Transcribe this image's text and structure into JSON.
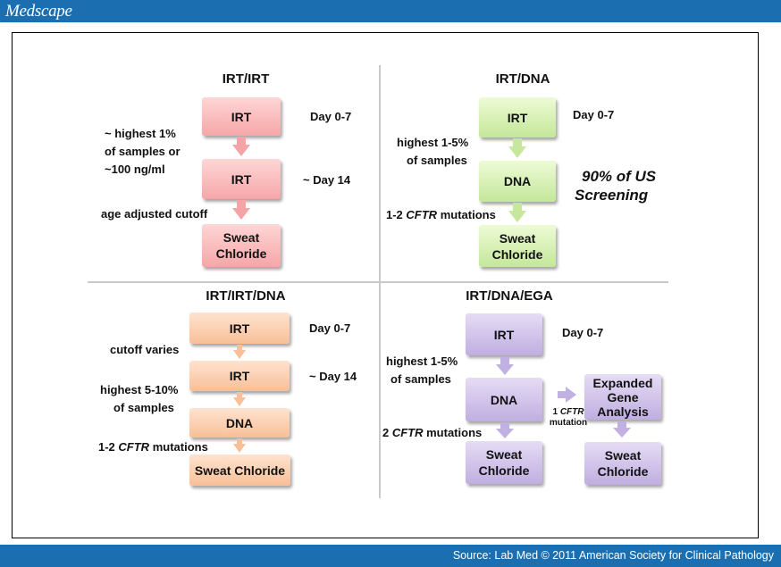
{
  "header": {
    "logo": "Medscape"
  },
  "footer": {
    "source": "Source: Lab Med © 2011 American Society for Clinical Pathology"
  },
  "q1": {
    "title": "IRT/IRT",
    "box1": "IRT",
    "box2": "IRT",
    "box3_line1": "Sweat",
    "box3_line2": "Chloride",
    "label_a_1": "~ highest 1%",
    "label_a_2": "of samples or",
    "label_a_3": "~100 ng/ml",
    "label_b": "age adjusted cutoff",
    "day1": "Day 0-7",
    "day2": "~ Day 14"
  },
  "q2": {
    "title": "IRT/DNA",
    "box1": "IRT",
    "box2": "DNA",
    "box3_line1": "Sweat",
    "box3_line2": "Chloride",
    "label_a_1": "highest 1-5%",
    "label_a_2": "of samples",
    "label_b_pre": "1-2 ",
    "label_b_gene": "CFTR",
    "label_b_post": " mutations",
    "day1": "Day 0-7",
    "note_1": "90% of US",
    "note_2": "Screening"
  },
  "q3": {
    "title": "IRT/IRT/DNA",
    "box1": "IRT",
    "box2": "IRT",
    "box3": "DNA",
    "box4": "Sweat Chloride",
    "label_a": "cutoff varies",
    "label_b_1": "highest 5-10%",
    "label_b_2": "of samples",
    "label_c_pre": "1-2 ",
    "label_c_gene": "CFTR",
    "label_c_post": " mutations",
    "day1": "Day 0-7",
    "day2": "~ Day 14"
  },
  "q4": {
    "title": "IRT/DNA/EGA",
    "box1": "IRT",
    "box2": "DNA",
    "box3_line1": "Sweat",
    "box3_line2": "Chloride",
    "box4_line1": "Expanded",
    "box4_line2": "Gene",
    "box4_line3": "Analysis",
    "box5_line1": "Sweat",
    "box5_line2": "Chloride",
    "label_a_1": "highest 1-5%",
    "label_a_2": "of samples",
    "label_b_pre": "2 ",
    "label_b_gene": "CFTR",
    "label_b_post": " mutations",
    "side_1": "1 ",
    "side_gene": "CFTR",
    "side_2": "mutation",
    "day1": "Day 0-7"
  }
}
